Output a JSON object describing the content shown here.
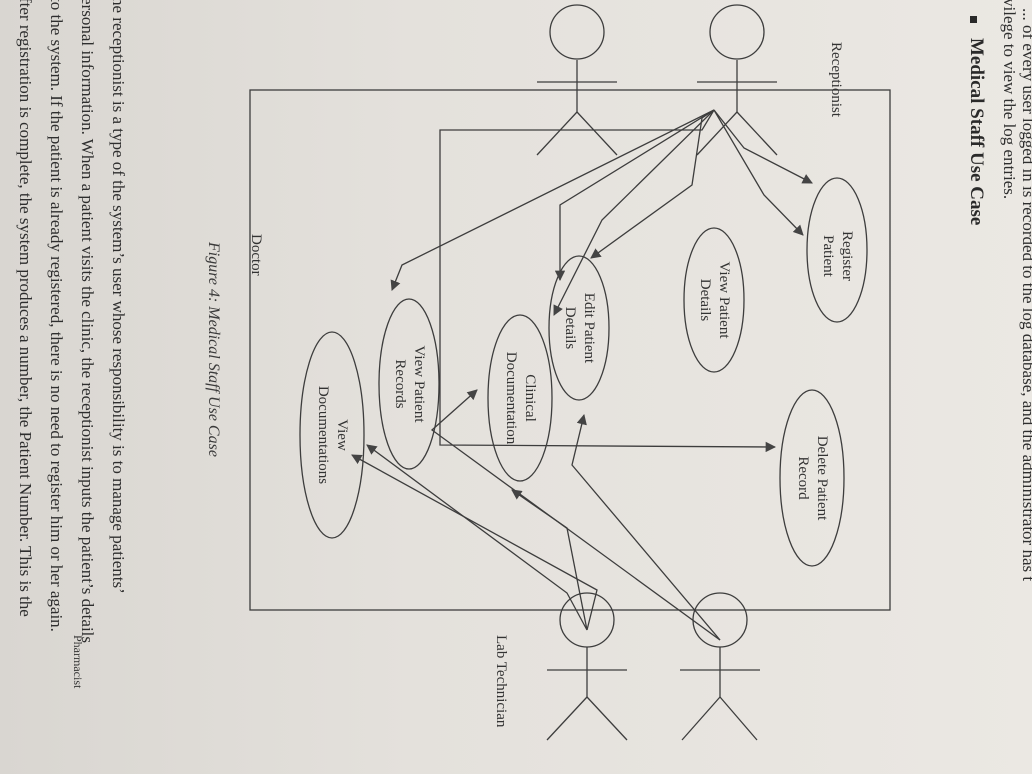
{
  "intro": {
    "line1": "... of every user logged in is recorded to the log database, and the administrator has t",
    "line2": "vilege to view the log entries."
  },
  "section_heading": "Medical Staff Use Case",
  "diagram": {
    "actors": {
      "receptionist": "Receptionist",
      "doctor": "Doctor",
      "lab_technician": "Lab Technician",
      "pharmacist": "Pharmacist"
    },
    "use_cases": {
      "register_patient": [
        "Register",
        "Patient"
      ],
      "view_patient_details": [
        "View Patient",
        "Details"
      ],
      "edit_patient_details": [
        "Edit Patient",
        "Details"
      ],
      "delete_patient_record": [
        "Delete Patient",
        "Record"
      ],
      "clinical_documentation": [
        "Clinical",
        "Documentation"
      ],
      "view_patient_records": [
        "View Patient",
        "Records"
      ],
      "view_documentations": [
        "View",
        "Documentations"
      ]
    }
  },
  "figure_caption": "Figure 4: Medical Staff Use Case",
  "body_lines": [
    "he receptionist is a type of the system’s user whose responsibility is to manage patients’",
    "ersonal information. When a patient visits the clinic, the receptionist inputs the patient’s details",
    "to the system. If the patient is already registered, there is no need to register him or her again.",
    "fter registration is complete, the system produces a number, the Patient Number. This is the"
  ]
}
